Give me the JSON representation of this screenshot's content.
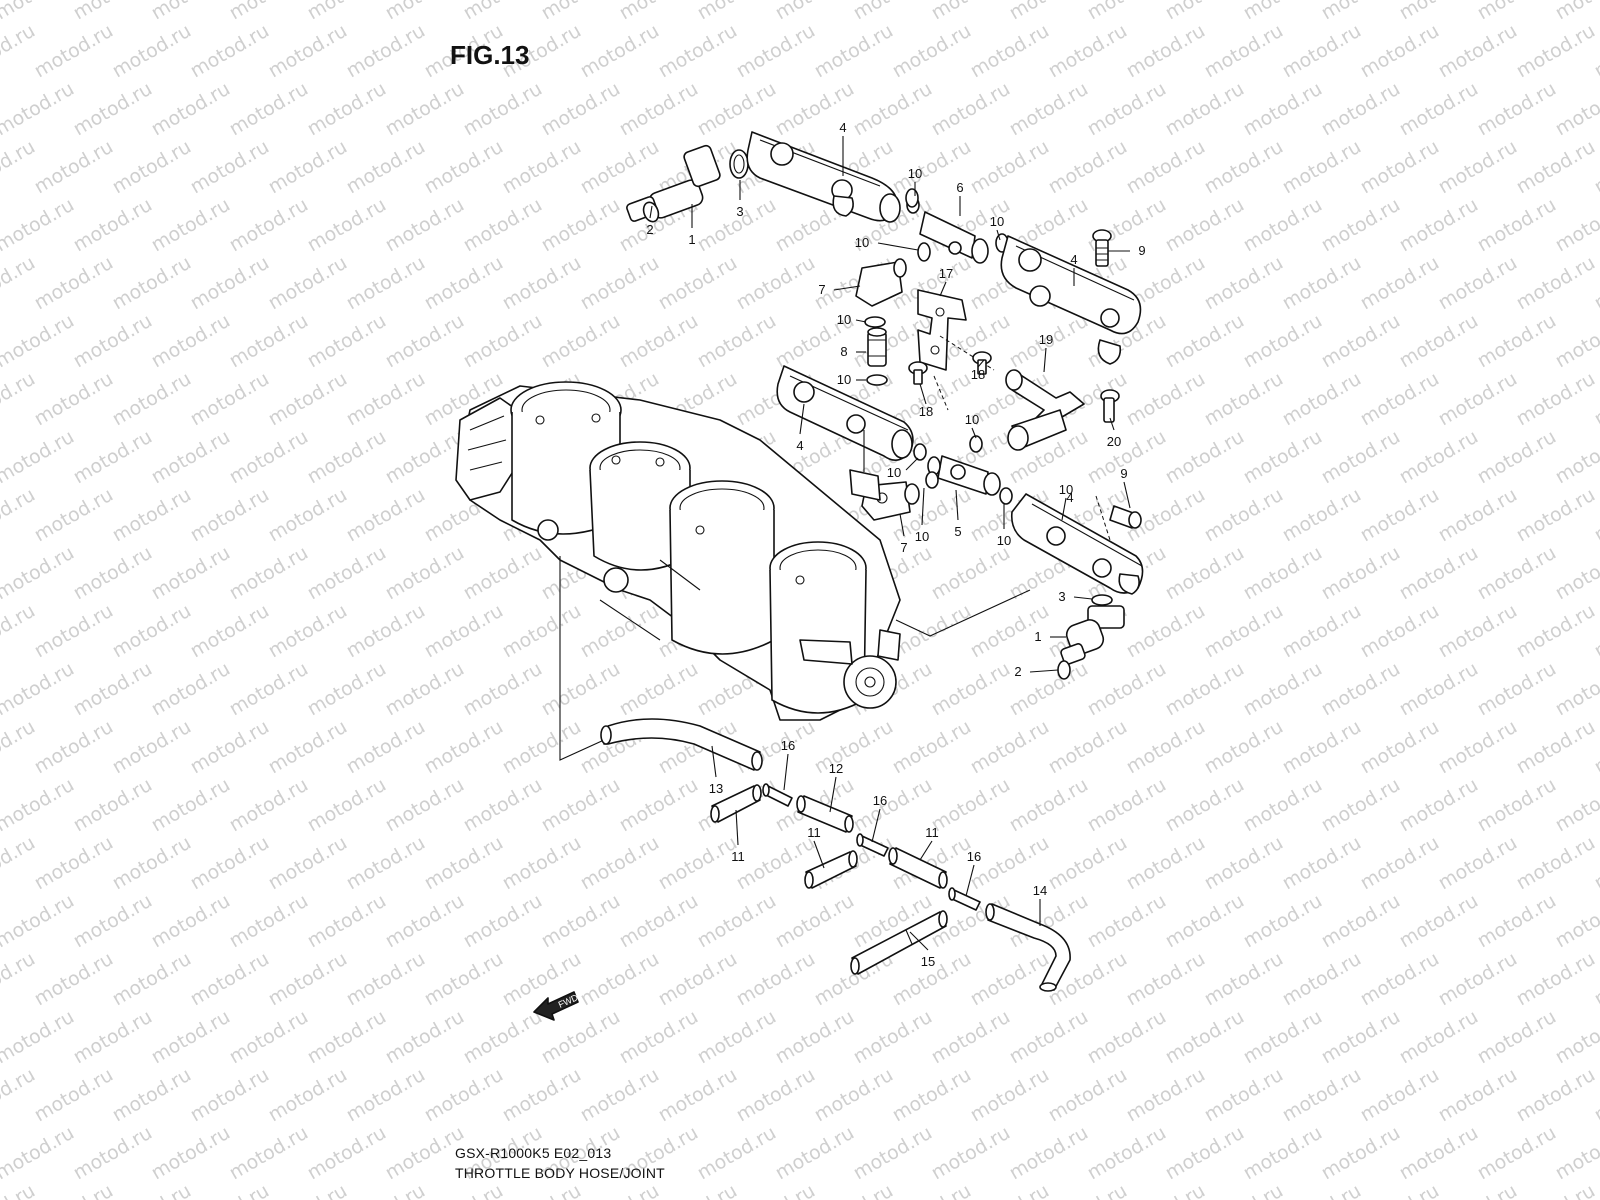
{
  "watermark": "motod.ru",
  "figure": {
    "title": "FIG.13"
  },
  "footer": {
    "model": "GSX-R1000K5 E02_013",
    "caption": "THROTTLE BODY HOSE/JOINT"
  },
  "fwd_badge": "FWD",
  "callouts": [
    "1",
    "2",
    "3",
    "4",
    "10",
    "6",
    "10",
    "10",
    "17",
    "4",
    "9",
    "7",
    "10",
    "8",
    "10",
    "18",
    "18",
    "19",
    "4",
    "10",
    "10",
    "20",
    "10",
    "9",
    "7",
    "10",
    "5",
    "10",
    "4",
    "3",
    "1",
    "2",
    "16",
    "12",
    "13",
    "16",
    "11",
    "11",
    "11",
    "16",
    "14",
    "15"
  ]
}
